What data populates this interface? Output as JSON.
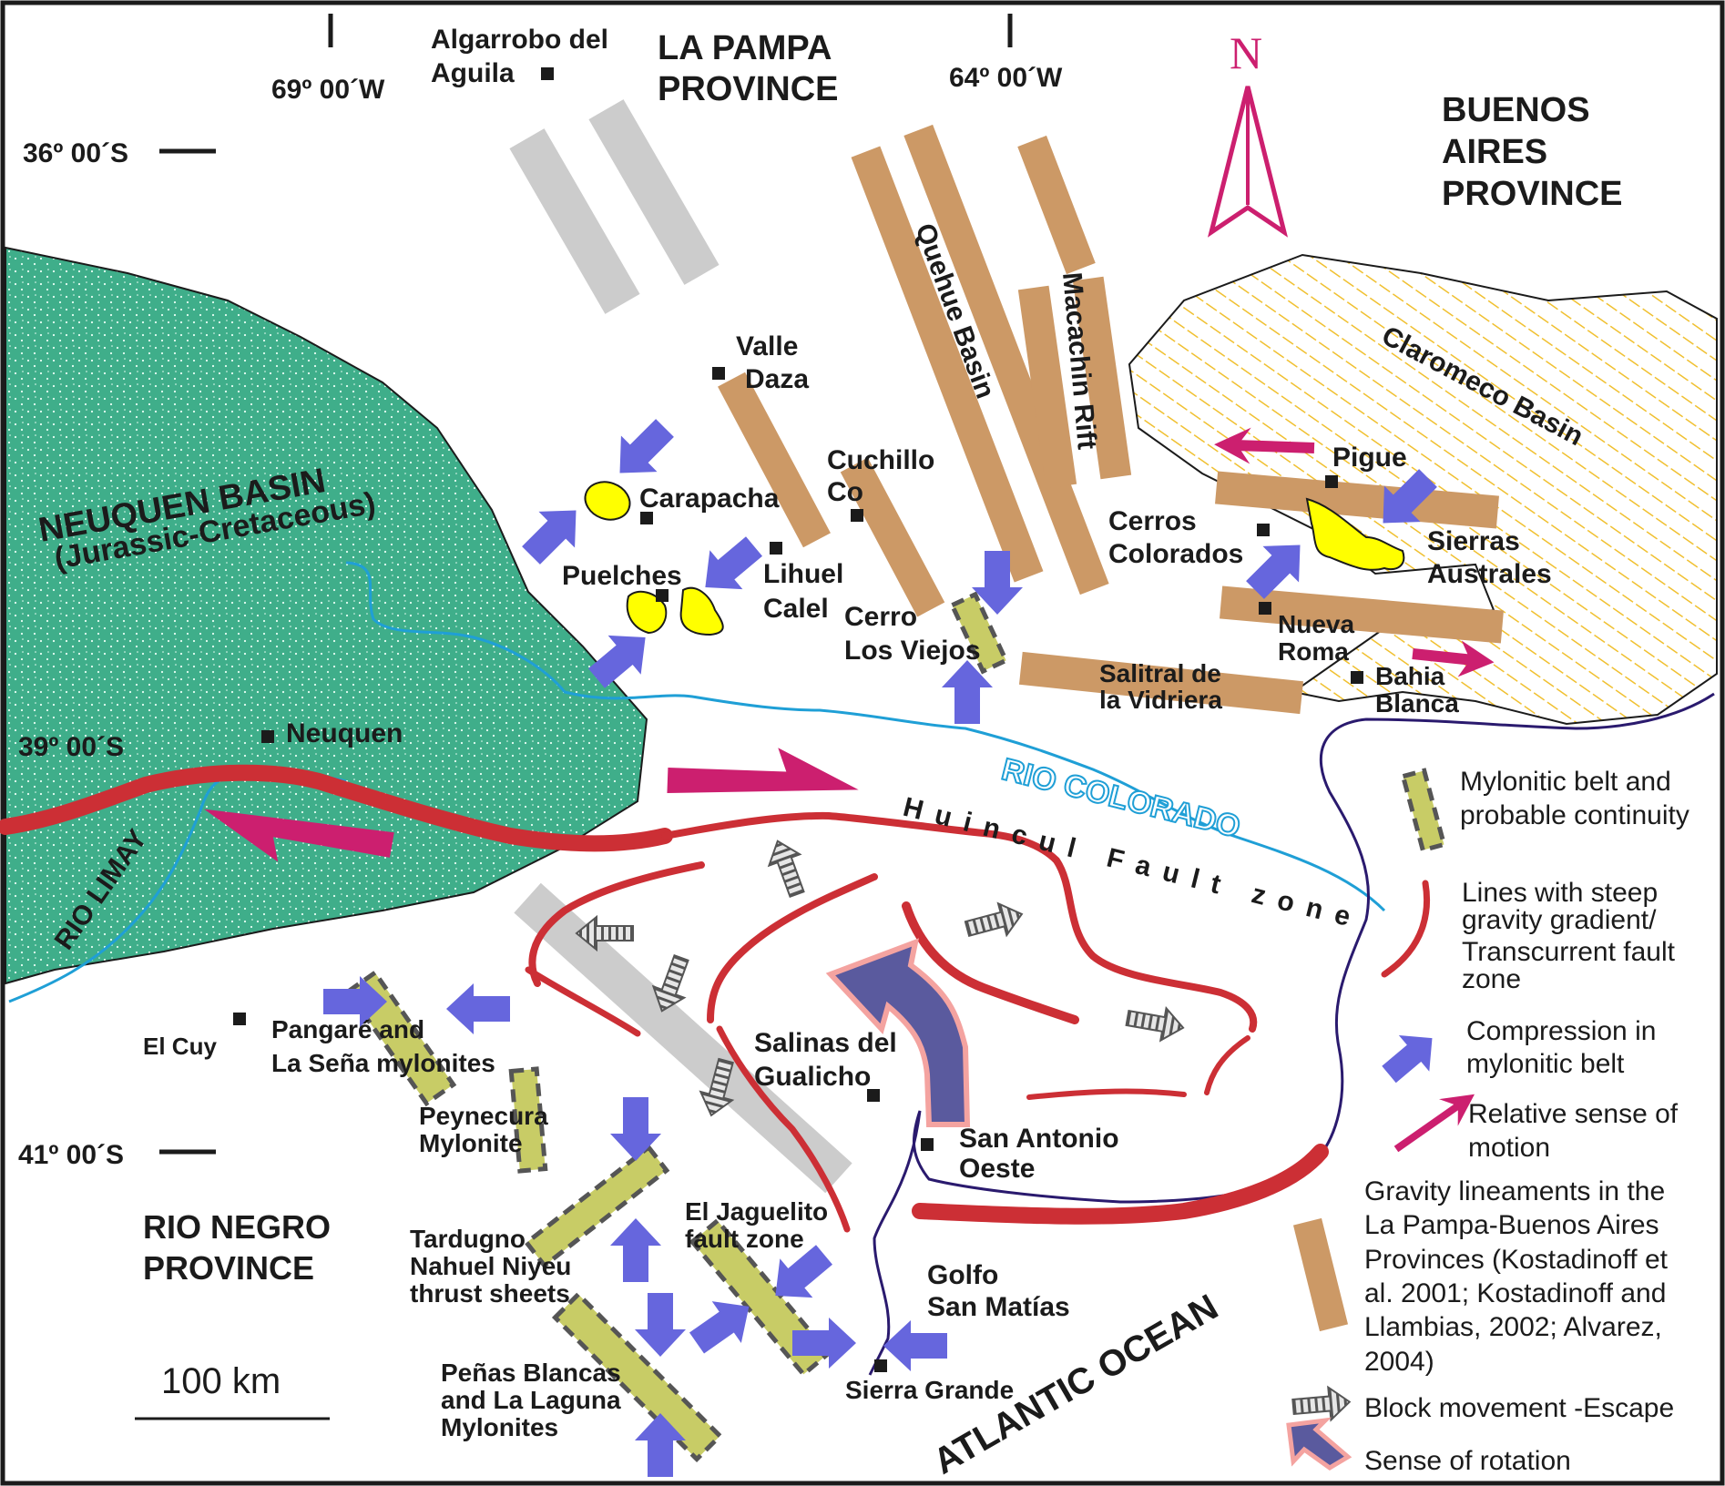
{
  "coordinates": {
    "lon_69": "69º 00´W",
    "lon_64": "64º 00´W",
    "lat_36": "36º 00´S",
    "lat_39": "39º 00´S",
    "lat_41": "41º 00´S"
  },
  "north_label": "N",
  "provinces": {
    "la_pampa_1": "LA PAMPA",
    "la_pampa_2": "PROVINCE",
    "buenos_aires_1": "BUENOS",
    "buenos_aires_2": "AIRES",
    "buenos_aires_3": "PROVINCE",
    "rio_negro_1": "RIO NEGRO",
    "rio_negro_2": "PROVINCE"
  },
  "basins": {
    "neuquen_1": "NEUQUEN BASIN",
    "neuquen_2": "(Jurassic-Cretaceous)",
    "quehue": "Quehue Basin",
    "macachin": "Macachin Rift",
    "claromeco": "Claromeco Basin"
  },
  "places": {
    "algarrobo_1": "Algarrobo del",
    "algarrobo_2": "Aguila",
    "valle_1": "Valle",
    "valle_2": "Daza",
    "cuchillo_1": "Cuchillo",
    "cuchillo_2": "Co",
    "carapacha": "Carapacha",
    "puelches": "Puelches",
    "lihuel_1": "Lihuel",
    "lihuel_2": "Calel",
    "cerro_1": "Cerro",
    "cerro_2": "Los Viejos",
    "cerros_colorados_1": "Cerros",
    "cerros_colorados_2": "Colorados",
    "pigue": "Pigue",
    "sierras_1": "Sierras",
    "sierras_2": "Australes",
    "nueva_roma_1": "Nueva",
    "nueva_roma_2": "Roma",
    "bahia_1": "Bahia",
    "bahia_2": "Blanca",
    "salitral_1": "Salitral de",
    "salitral_2": "la Vidriera",
    "neuquen": "Neuquen",
    "el_cuy": "El Cuy",
    "pangare_1": "Pangaré and",
    "pangare_2": "La Seña mylonites",
    "peynecura_1": "Peynecura",
    "peynecura_2": "Mylonite",
    "salinas_1": "Salinas del",
    "salinas_2": "Gualicho",
    "san_antonio_1": "San Antonio",
    "san_antonio_2": "Oeste",
    "tardugno_1": "Tardugno",
    "tardugno_2": "Nahuel Niyeu",
    "tardugno_3": "thrust sheets",
    "jaguelito_1": "El Jaguelito",
    "jaguelito_2": "fault zone",
    "golfo_1": "Golfo",
    "golfo_2": "San Matías",
    "penas_1": "Peñas Blancas",
    "penas_2": "and La Laguna",
    "penas_3": "Mylonites",
    "sierra_grande": "Sierra Grande"
  },
  "water": {
    "rio_colorado": "RIO COLORADO",
    "rio_limay": "RIO LIMAY",
    "atlantic": "ATLANTIC OCEAN"
  },
  "fault_label": "Huincul Fault zone",
  "scale_label": "100 km",
  "legend": {
    "mylonitic_1": "Mylonitic belt and",
    "mylonitic_2": "probable continuity",
    "lines_1": "Lines with steep",
    "lines_2": "gravity gradient/",
    "lines_3": "Transcurrent fault",
    "lines_4": "zone",
    "compression_1": "Compression in",
    "compression_2": "mylonitic belt",
    "relative_1": "Relative sense of",
    "relative_2": "motion",
    "gravity_1": "Gravity lineaments in the",
    "gravity_2": "La Pampa-Buenos Aires",
    "gravity_3": "Provinces (Kostadinoff et",
    "gravity_4": "al. 2001; Kostadinoff and",
    "gravity_5": "Llambias, 2002; Alvarez,",
    "gravity_6": "2004)",
    "block": "Block movement -Escape",
    "rotation": "Sense of rotation"
  },
  "colors": {
    "neuquen_fill": "#3fae8a",
    "lineament": "#cc9966",
    "fault_red": "#cc2f35",
    "motion_magenta": "#cc1f6f",
    "compression_blue": "#6666dd",
    "mylonite_fill": "#c8cc66",
    "river": "#1f9fd6",
    "coast": "#2a1a6e",
    "yellow": "#ffff00",
    "grey_band": "#cccccc"
  }
}
